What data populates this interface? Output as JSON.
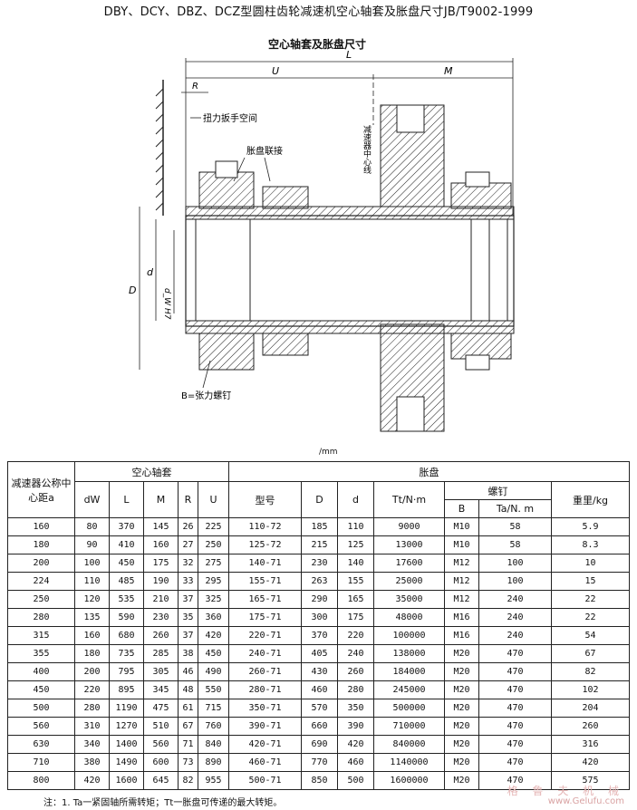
{
  "page_title": "DBY、DCY、DBZ、DCZ型圆柱齿轮减速机空心轴套及胀盘尺寸JB/T9002-1999",
  "figure": {
    "title": "空心轴套及胀盘尺寸",
    "labels": {
      "L": "L",
      "U": "U",
      "M": "M",
      "R": "R",
      "D": "D",
      "d": "d",
      "dw": "d_W H7",
      "torque_space": "扭力扳手空间",
      "disc_connect": "胀盘联接",
      "center_line": "减速器中心线",
      "bolt": "B=张力螺钉"
    }
  },
  "unit_label": "/mm",
  "table": {
    "header": {
      "center_distance": "减速器公称中心距a",
      "hollow_shaft": "空心轴套",
      "disc": "胀盘",
      "dw": "dW",
      "L": "L",
      "M": "M",
      "R": "R",
      "U": "U",
      "model": "型号",
      "D": "D",
      "d": "d",
      "Tt": "Tt/N·m",
      "bolt": "螺钉",
      "B": "B",
      "Ta": "Ta/N. m",
      "weight": "重里/kg"
    },
    "rows": [
      [
        "160",
        "80",
        "370",
        "145",
        "26",
        "225",
        "110-72",
        "185",
        "110",
        "9000",
        "M10",
        "58",
        "5.9"
      ],
      [
        "180",
        "90",
        "410",
        "160",
        "27",
        "250",
        "125-72",
        "215",
        "125",
        "13000",
        "M10",
        "58",
        "8.3"
      ],
      [
        "200",
        "100",
        "450",
        "175",
        "32",
        "275",
        "140-71",
        "230",
        "140",
        "17600",
        "M12",
        "100",
        "10"
      ],
      [
        "224",
        "110",
        "485",
        "190",
        "33",
        "295",
        "155-71",
        "263",
        "155",
        "25000",
        "M12",
        "100",
        "15"
      ],
      [
        "250",
        "120",
        "535",
        "210",
        "37",
        "325",
        "165-71",
        "290",
        "165",
        "35000",
        "M12",
        "240",
        "22"
      ],
      [
        "280",
        "135",
        "590",
        "230",
        "35",
        "360",
        "175-71",
        "300",
        "175",
        "48000",
        "M16",
        "240",
        "22"
      ],
      [
        "315",
        "160",
        "680",
        "260",
        "37",
        "420",
        "220-71",
        "370",
        "220",
        "100000",
        "M16",
        "240",
        "54"
      ],
      [
        "355",
        "180",
        "735",
        "285",
        "38",
        "450",
        "240-71",
        "405",
        "240",
        "138000",
        "M20",
        "470",
        "67"
      ],
      [
        "400",
        "200",
        "795",
        "305",
        "46",
        "490",
        "260-71",
        "430",
        "260",
        "184000",
        "M20",
        "470",
        "82"
      ],
      [
        "450",
        "220",
        "895",
        "345",
        "48",
        "550",
        "280-71",
        "460",
        "280",
        "245000",
        "M20",
        "470",
        "102"
      ],
      [
        "500",
        "280",
        "1190",
        "475",
        "61",
        "715",
        "350-71",
        "570",
        "350",
        "500000",
        "M20",
        "470",
        "204"
      ],
      [
        "560",
        "310",
        "1270",
        "510",
        "67",
        "760",
        "390-71",
        "660",
        "390",
        "710000",
        "M20",
        "470",
        "260"
      ],
      [
        "630",
        "340",
        "1400",
        "560",
        "71",
        "840",
        "420-71",
        "690",
        "420",
        "840000",
        "M20",
        "470",
        "316"
      ],
      [
        "710",
        "380",
        "1490",
        "600",
        "73",
        "890",
        "460-71",
        "770",
        "460",
        "1140000",
        "M20",
        "470",
        "420"
      ],
      [
        "800",
        "420",
        "1600",
        "645",
        "82",
        "955",
        "500-71",
        "850",
        "500",
        "1600000",
        "M20",
        "470",
        "575"
      ]
    ]
  },
  "note": "注：1. Ta一紧固轴所需转矩；Tt一胀盘可传递的最大转矩。",
  "watermark": {
    "cn": "格 鲁 夫 机 械",
    "url": "www.Gelufu.com"
  }
}
